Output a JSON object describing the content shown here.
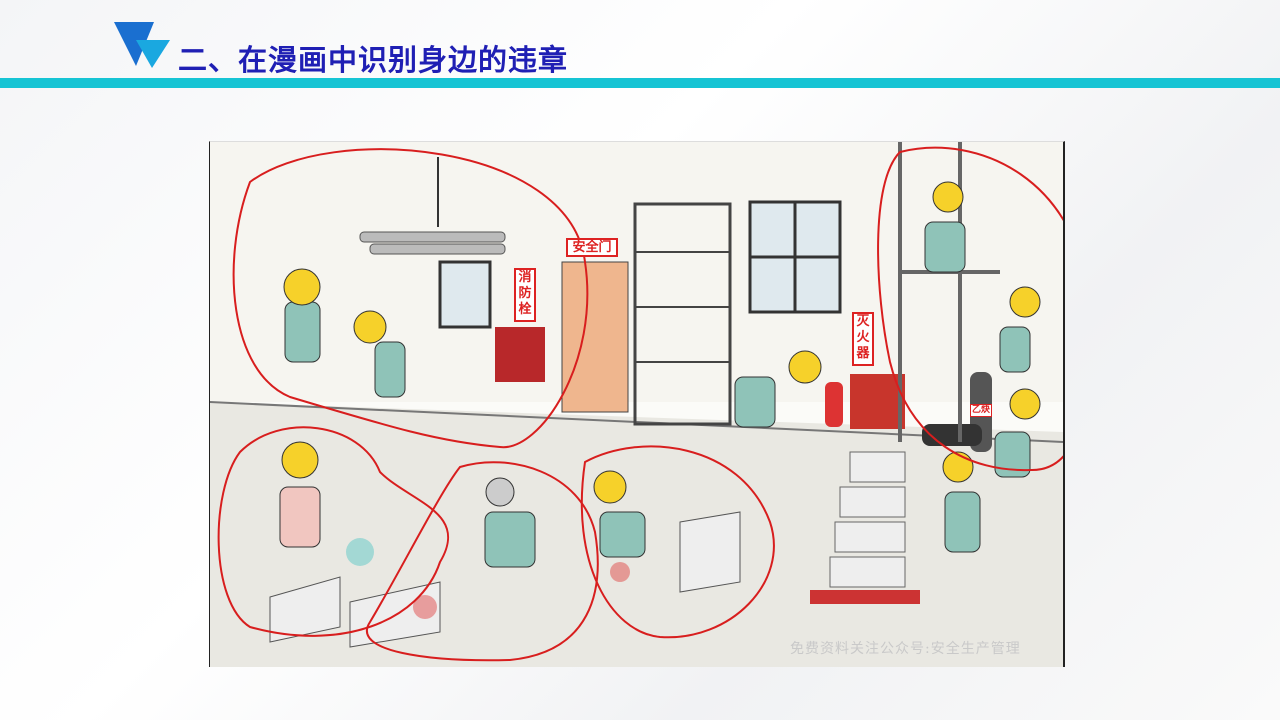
{
  "slide": {
    "title": "二、在漫画中识别身边的违章",
    "accent_color": "#16c4d4",
    "title_color": "#1f1fb4"
  },
  "illustration": {
    "signs": {
      "safety_door": "安全门",
      "hydrant": "消防栓",
      "extinguisher": "灭火器",
      "acetylene": "乙炔"
    },
    "watermark": "免费资料关注公众号:安全生产管理",
    "highlight_color": "#d81e1e"
  }
}
